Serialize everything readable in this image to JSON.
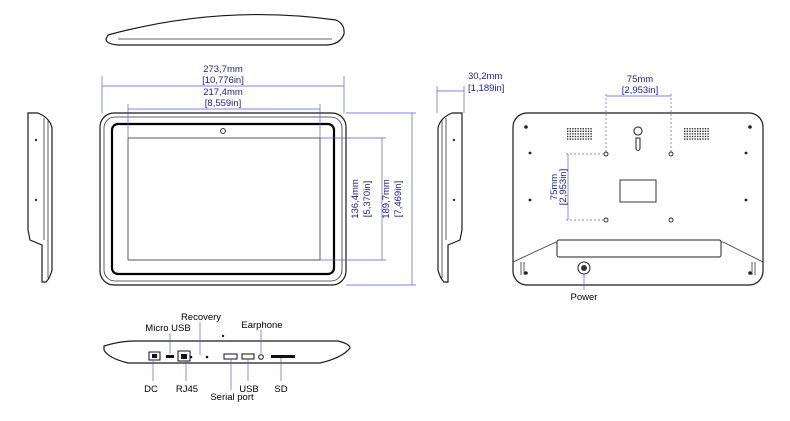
{
  "colors": {
    "dimension": "#1c1c8c",
    "dimension_line": "#5a5ad0",
    "outline": "#1a1a1a",
    "screen": "#ffffff"
  },
  "dimensions": {
    "overall_width": {
      "mm": "273,7mm",
      "in": "[10,776in]"
    },
    "screen_width": {
      "mm": "217,4mm",
      "in": "[8,559in]"
    },
    "depth": {
      "mm": "30,2mm",
      "in": "[1,189in]"
    },
    "screen_height": {
      "mm": "136,4mm",
      "in": "[5,370in]"
    },
    "overall_height": {
      "mm": "189,7mm",
      "in": "[7,469in]"
    },
    "vesa_horizontal": {
      "mm": "75mm",
      "in": "[2,953in]"
    },
    "vesa_vertical": {
      "mm": "75mm",
      "in": "[2,953in]"
    }
  },
  "labels": {
    "power": "Power",
    "micro_usb": "Micro USB",
    "recovery": "Recovery",
    "earphone": "Earphone",
    "dc": "DC",
    "rj45": "RJ45",
    "serial_port": "Serial port",
    "usb": "USB",
    "sd": "SD"
  }
}
